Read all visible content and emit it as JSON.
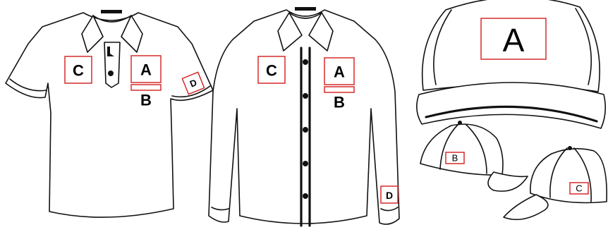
{
  "colors": {
    "outline": "#111111",
    "zone_border": "#d62b2b",
    "background": "#ffffff"
  },
  "polo": {
    "labels": {
      "left_chest": "C",
      "right_chest": "A",
      "under_right_chest": "B",
      "sleeve": "D"
    }
  },
  "dress_shirt": {
    "labels": {
      "left_chest": "C",
      "right_chest": "A",
      "under_right_chest": "B",
      "cuff": "D"
    }
  },
  "cap_front": {
    "labels": {
      "front": "A"
    }
  },
  "cap_left_side": {
    "labels": {
      "side": "B"
    }
  },
  "cap_right_side": {
    "labels": {
      "side": "C"
    }
  }
}
